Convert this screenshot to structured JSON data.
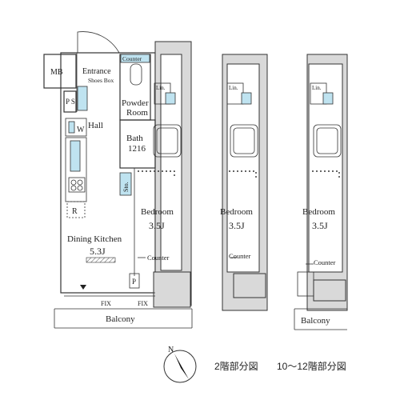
{
  "plan2": {
    "mb": "MB",
    "entrance": "Entrance",
    "shoes_box": "Shoes Box",
    "counter_top": "Counter",
    "ps": "P S",
    "hall": "Hall",
    "w": "W",
    "powder_line1": "Powder",
    "powder_line2": "Room",
    "lin": "Lin.",
    "bath_line1": "Bath",
    "bath_line2": "1216",
    "sto": "Sto.",
    "r": "R",
    "bedroom": "Bedroom",
    "bedroom_size": "3.5J",
    "dining_line1": "Dining Kitchen",
    "dining_size": "5.3J",
    "counter": "Counter",
    "p": "P",
    "fix_left": "FIX",
    "fix_right": "FIX",
    "balcony": "Balcony"
  },
  "plan10": {
    "lin": "Lin.",
    "bedroom": "Bedroom",
    "bedroom_size": "3.5J",
    "counter": "Counter"
  },
  "plan12": {
    "lin": "Lin.",
    "bedroom": "Bedroom",
    "bedroom_size": "3.5J",
    "counter": "Counter",
    "balcony": "Balcony"
  },
  "compass": {
    "north": "N"
  },
  "captions": {
    "floor2": "2階部分図",
    "floor10_12": "10～12階部分図"
  },
  "colors": {
    "fixture_blue": "#bfe3f0",
    "wall_gray": "#d9d9d9"
  }
}
